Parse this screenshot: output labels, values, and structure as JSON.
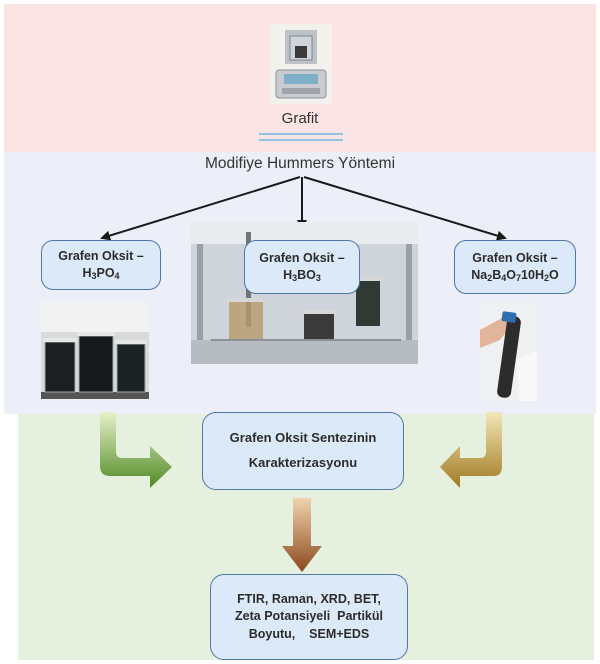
{
  "top": {
    "image_label": "Grafit",
    "method_label": "Modifiye Hummers Yöntemi"
  },
  "boxes": {
    "left": {
      "line1": "Grafen Oksit –",
      "line2_parts": [
        "H",
        "3",
        "PO",
        "4"
      ]
    },
    "center": {
      "line1": "Grafen Oksit –",
      "line2_parts": [
        "H",
        "3",
        "BO",
        "3"
      ]
    },
    "right": {
      "line1": "Grafen Oksit –",
      "line2_parts": [
        "Na",
        "2",
        "B",
        "4",
        "O",
        "7",
        "10H",
        "2",
        "O"
      ]
    },
    "synthesis": {
      "line1": "Grafen Oksit Sentezinin",
      "line2": "Karakterizasyonu"
    },
    "methods": {
      "line1": "FTIR, Raman, XRD, BET,",
      "line2": "Zeta Potansiyeli  Partikül",
      "line3": "Boyutu,    SEM+EDS"
    }
  },
  "images": {
    "balance": "scale-icon",
    "beakers": "beakers-photo",
    "lab": "lab-setup-photo",
    "tube": "test-tube-photo"
  },
  "colors": {
    "top_zone": "#fbe4e4",
    "mid_zone": "#eceff7",
    "bottom_zone": "#e5f0df",
    "box_fill": "#dce9f8",
    "box_border": "#4f78a8",
    "arrow_green": "#5f9a2f",
    "arrow_gold": "#b08a2a",
    "arrow_brown": "#9a5a25"
  }
}
